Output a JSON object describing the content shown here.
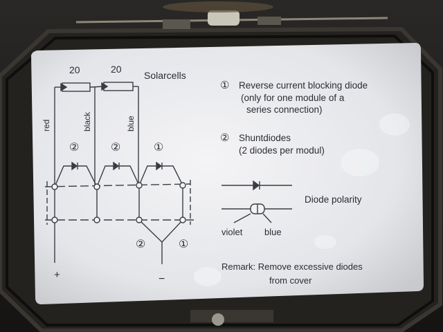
{
  "diagram": {
    "cell_value_1": "20",
    "cell_value_2": "20",
    "solarcells": "Solarcells",
    "wire_red": "red",
    "wire_black": "black",
    "wire_blue": "blue",
    "marker_shunt": "②",
    "marker_blocking": "①",
    "plus": "+",
    "minus": "−"
  },
  "legend": {
    "item1_marker": "①",
    "item1_line1": "Reverse current blocking diode",
    "item1_line2": "(only for one module of a",
    "item1_line3": "series connection)",
    "item2_marker": "②",
    "item2_line1": "Shuntdiodes",
    "item2_line2": "(2 diodes per modul)",
    "polarity": "Diode polarity",
    "violet": "violet",
    "blue": "blue",
    "remark_line1": "Remark: Remove excessive diodes",
    "remark_line2": "from cover"
  }
}
